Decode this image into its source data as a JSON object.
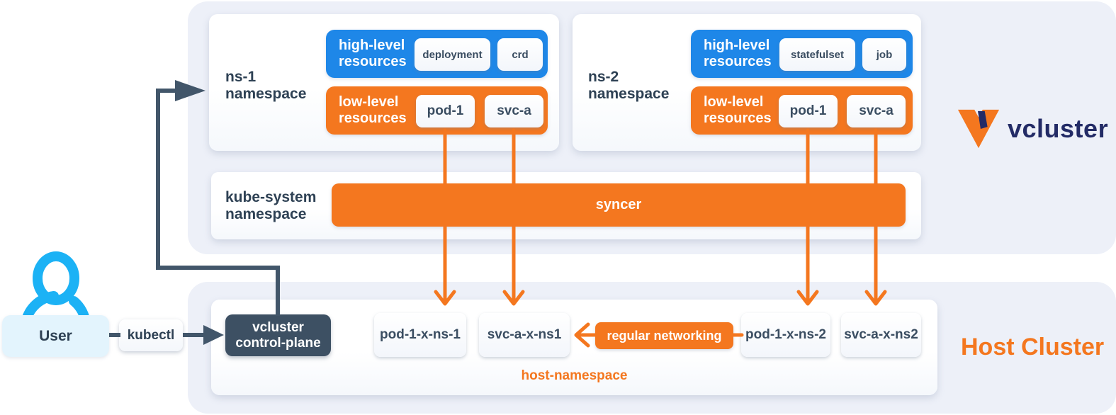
{
  "colors": {
    "orange": "#F4771F",
    "blue": "#1E87E8",
    "navy": "#232B66",
    "slate": "#42566A",
    "slate_dark": "#3D5063",
    "cyan": "#1CB2F5",
    "panel": "#EDF0F8",
    "text_dark": "#2E4154"
  },
  "vc": {
    "logo_text": "vcluster",
    "ns1": {
      "name": "ns-1\nnamespace",
      "high_label": "high-level\nresources",
      "high_chips": [
        "deployment",
        "crd"
      ],
      "low_label": "low-level\nresources",
      "low_chips": [
        "pod-1",
        "svc-a"
      ]
    },
    "ns2": {
      "name": "ns-2\nnamespace",
      "high_label": "high-level\nresources",
      "high_chips": [
        "statefulset",
        "job"
      ],
      "low_label": "low-level\nresources",
      "low_chips": [
        "pod-1",
        "svc-a"
      ]
    },
    "kube": {
      "name": "kube-system\nnamespace",
      "syncer_label": "syncer"
    }
  },
  "host": {
    "title": "Host Cluster",
    "control_plane": "vcluster\ncontrol-plane",
    "pod1": "pod-1-x-ns-1",
    "svc1": "svc-a-x-ns1",
    "pod2": "pod-1-x-ns-2",
    "svc2": "svc-a-x-ns2",
    "regular_networking": "regular networking",
    "namespace_label": "host-namespace"
  },
  "user": {
    "label": "User",
    "kubectl": "kubectl"
  }
}
